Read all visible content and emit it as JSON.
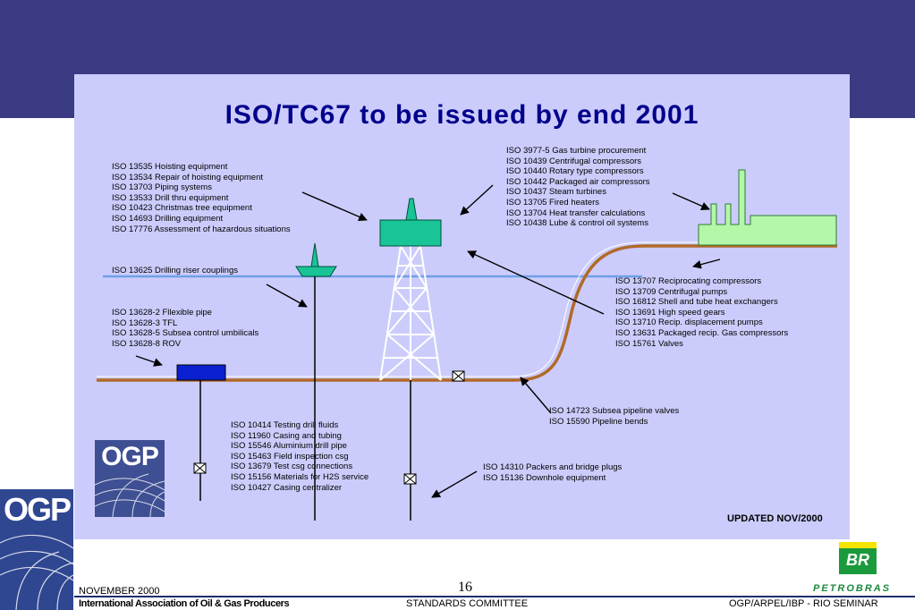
{
  "title": "ISO/TC67 to be issued by end 2001",
  "blocks": {
    "drilling": [
      "ISO 13535 Hoisting equipment",
      "ISO 13534 Repair of hoisting equipment",
      "ISO 13703 Piping systems",
      "ISO 13533 Drill thru equipment",
      "ISO 10423 Christmas tree equipment",
      "ISO 14693 Drilling equipment",
      "ISO 17776 Assessment of hazardous situations"
    ],
    "gas_turbine": [
      "ISO 3977-5 Gas turbine procurement",
      "ISO 10439 Centrifugal compressors",
      "ISO 10440 Rotary type compressors",
      "ISO 10442 Packaged air compressors",
      "ISO 10437 Steam turbines",
      "ISO 13705 Fired heaters",
      "ISO 13704 Heat transfer calculations",
      "ISO 10438 Lube & control oil systems"
    ],
    "riser": [
      "ISO 13625 Drilling riser couplings"
    ],
    "flexible": [
      "ISO 13628-2 Fllexible pipe",
      "ISO 13628-3 TFL",
      "ISO 13628-5 Subsea control umbilicals",
      "ISO 13628-8 ROV"
    ],
    "compressors": [
      "ISO 13707 Reciprocating compressors",
      "ISO 13709 Centrifugal pumps",
      "ISO 16812 Shell and tube heat exchangers",
      "ISO 13691 High speed gears",
      "ISO 13710 Recip. displacement pumps",
      "ISO 13631 Packaged recip. Gas compressors",
      "ISO 15761 Valves"
    ],
    "pipeline": [
      "ISO 14723 Subsea pipeline valves",
      "ISO 15590 Pipeline bends"
    ],
    "casing": [
      "ISO 10414 Testing drill fluids",
      "ISO 11960 Casing and tubing",
      "ISO 15546 Aluminium drill pipe",
      "ISO 15463 Field inspection  csg",
      "ISO 13679 Test csg connections",
      "ISO 15156 Materials for H2S service",
      "ISO 10427 Casing centralizer"
    ],
    "packers": [
      "ISO 14310 Packers and bridge plugs",
      "ISO 15136 Downhole equipment"
    ]
  },
  "updated": "UPDATED NOV/2000",
  "logo_text": "OGP",
  "footer": {
    "date": "NOVEMBER 2000",
    "org": "International Association of Oil & Gas Producers",
    "page": "16",
    "committee": "STANDARDS COMMITTEE",
    "seminar": "OGP/ARPEL/IBP - RIO SEMINAR",
    "brand": "PETROBRAS",
    "br": "BR"
  },
  "colors": {
    "band": "#3a3b82",
    "panel": "#ccccfc",
    "title": "#00008b",
    "platform": "#19c496",
    "plant": "#b3f7a8",
    "pipe": "#b06a28",
    "sea": "#6f9fe8",
    "manifold": "#0a20d0"
  }
}
